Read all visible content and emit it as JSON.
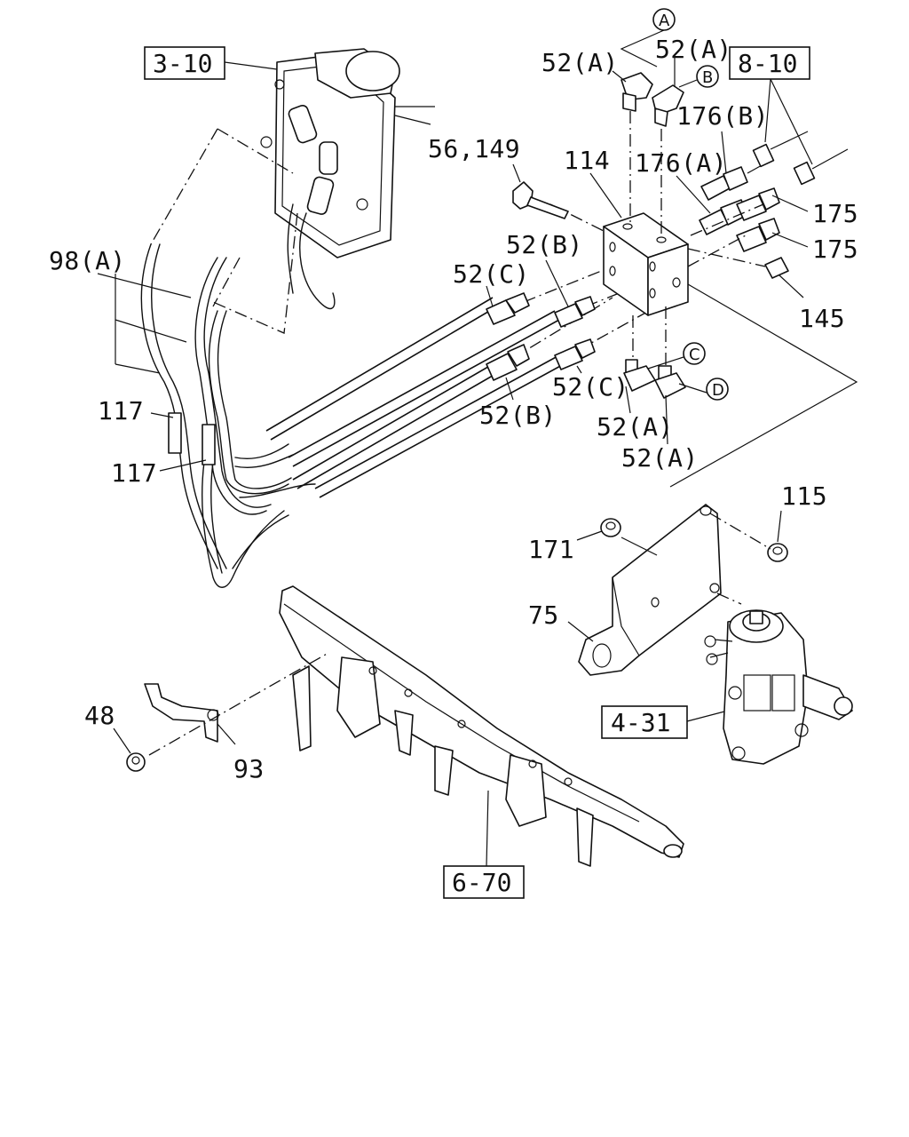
{
  "references": {
    "r3_10": "3-10",
    "r8_10": "8-10",
    "r4_31": "4-31",
    "r6_70": "6-70"
  },
  "callouts": {
    "c52A_top_left": "52(A)",
    "c52A_top_right": "52(A)",
    "c176B": "176(B)",
    "c176A": "176(A)",
    "c56_149": "56,149",
    "c114": "114",
    "c175_a": "175",
    "c175_b": "175",
    "c98A": "98(A)",
    "c52B_upper": "52(B)",
    "c52C_upper": "52(C)",
    "c145": "145",
    "c117_a": "117",
    "c117_b": "117",
    "c52C_lower": "52(C)",
    "c52B_lower": "52(B)",
    "c52A_mid": "52(A)",
    "c52A_low": "52(A)",
    "c115": "115",
    "c171": "171",
    "c75": "75",
    "c48": "48",
    "c93": "93"
  },
  "circled": {
    "A": "A",
    "B": "B",
    "C": "C",
    "D": "D"
  }
}
